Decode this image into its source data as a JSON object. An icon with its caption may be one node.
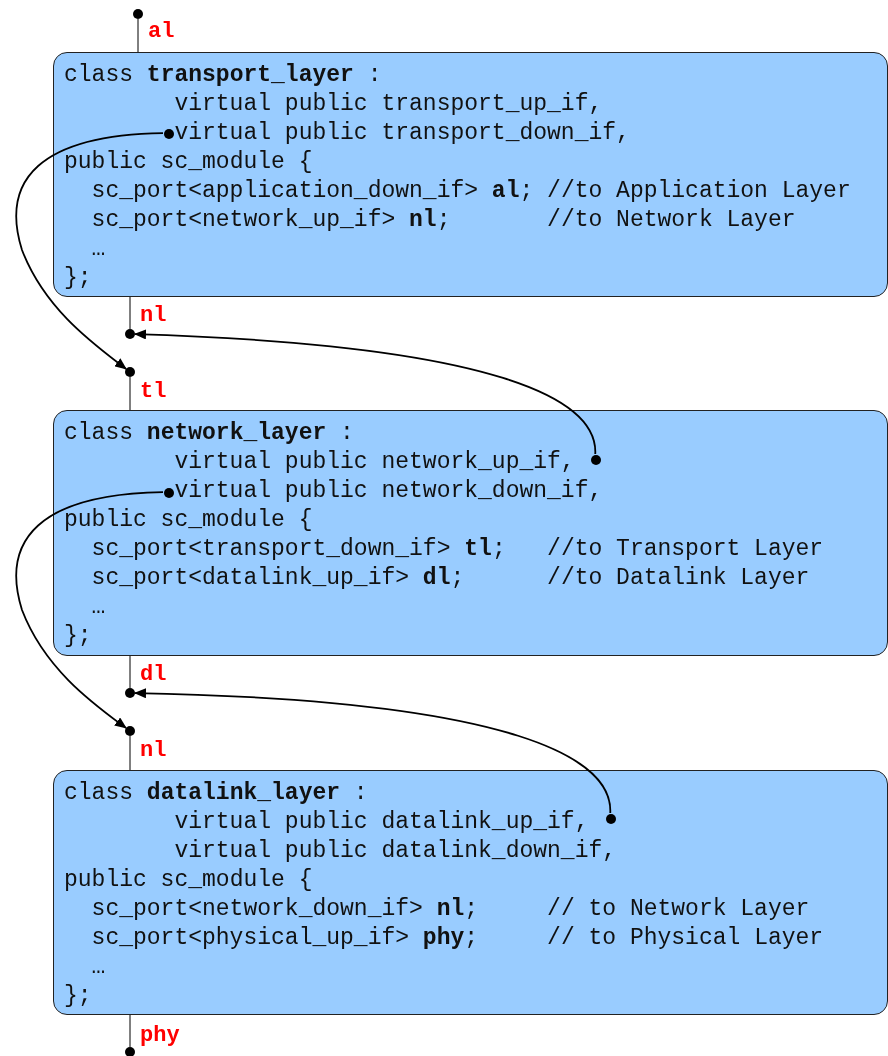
{
  "diagram": {
    "nodes": [
      {
        "text": [],
        "shape": "circle"
      },
      {
        "text": [
          "class **transport_layer** :",
          "virtual public transport_up_if,",
          "virtual public transport_down_if,",
          "public sc_module {",
          "sc_port<application_down_if> **al**; //to Application Layer",
          "sc_port<network_up_if> **nl**;       //to Network Layer",
          "…",
          "};"
        ]
      },
      {
        "text": [],
        "shape": "circle",
        "in": 1
      },
      {
        "text": [],
        "shape": "circle"
      },
      {
        "text": [],
        "shape": "circle"
      },
      {
        "text": [
          "class **network_layer** :",
          "virtual public network_up_if,",
          "virtual public network_down_if,",
          "public sc_module {",
          "sc_port<transport_down_if> **tl**;   //to Transport Layer",
          "sc_port<datalink_up_if> **dl**;      //to Datalink Layer",
          "…",
          "};"
        ]
      },
      {
        "text": [],
        "shape": "circle",
        "in": 5
      },
      {
        "text": [],
        "shape": "circle",
        "in": 5
      },
      {
        "text": [],
        "shape": "circle"
      },
      {
        "text": [],
        "shape": "circle"
      },
      {
        "text": [
          "class **datalink_layer** :",
          "virtual public datalink_up_if,",
          "virtual public datalink_down_if,",
          "public sc_module {",
          "sc_port<network_down_if> **nl**;     // to Network Layer",
          "sc_port<physical_up_if> **phy**;     // to Physical Layer",
          "…",
          "};"
        ]
      },
      {
        "text": [],
        "shape": "circle",
        "in": 10
      },
      {
        "text": [],
        "shape": "circle"
      }
    ],
    "edges": [
      {
        "from": 0,
        "to": 1,
        "arrow": "none"
      },
      {
        "from": 1,
        "to": 3,
        "arrow": "none"
      },
      {
        "from": 2,
        "to": 4,
        "arrow": "to"
      },
      {
        "from": 6,
        "to": 3,
        "arrow": "to"
      },
      {
        "from": 4,
        "to": 5,
        "arrow": "none"
      },
      {
        "from": 5,
        "to": 8,
        "arrow": "none"
      },
      {
        "from": 7,
        "to": 9,
        "arrow": "to"
      },
      {
        "from": 11,
        "to": 8,
        "arrow": "to"
      },
      {
        "from": 9,
        "to": 10,
        "arrow": "none"
      },
      {
        "from": 10,
        "to": 12,
        "arrow": "none"
      }
    ],
    "labels": [
      "al",
      "nl",
      "tl",
      "dl",
      "nl",
      "phy"
    ]
  }
}
